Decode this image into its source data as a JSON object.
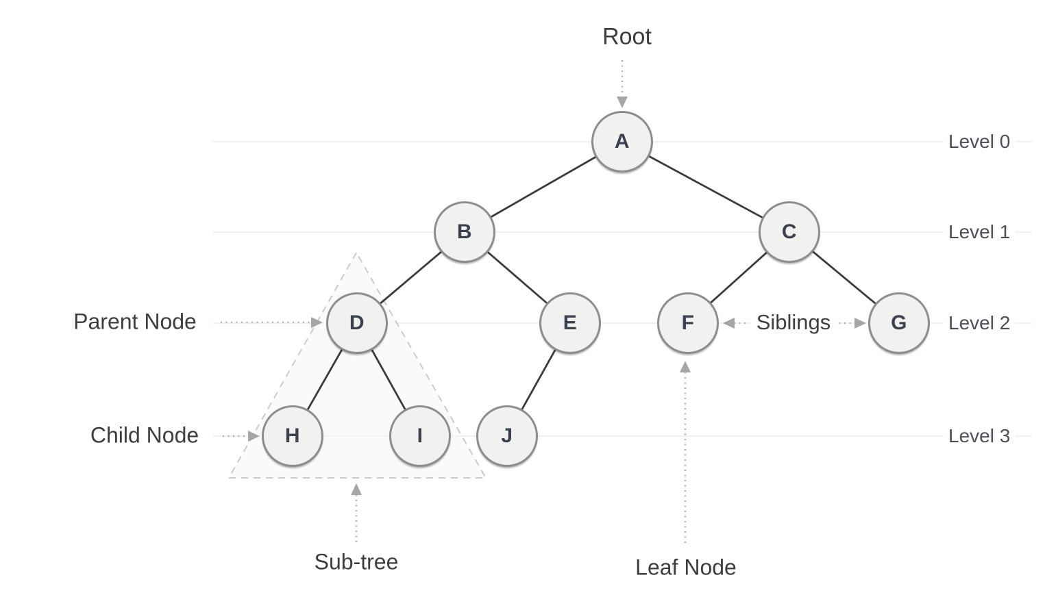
{
  "tree": {
    "nodes": [
      {
        "id": "A",
        "label": "A",
        "level": 0,
        "children": [
          "B",
          "C"
        ]
      },
      {
        "id": "B",
        "label": "B",
        "level": 1,
        "children": [
          "D",
          "E"
        ]
      },
      {
        "id": "C",
        "label": "C",
        "level": 1,
        "children": [
          "F",
          "G"
        ]
      },
      {
        "id": "D",
        "label": "D",
        "level": 2,
        "children": [
          "H",
          "I"
        ]
      },
      {
        "id": "E",
        "label": "E",
        "level": 2,
        "children": [
          "J"
        ]
      },
      {
        "id": "F",
        "label": "F",
        "level": 2,
        "children": []
      },
      {
        "id": "G",
        "label": "G",
        "level": 2,
        "children": []
      },
      {
        "id": "H",
        "label": "H",
        "level": 3,
        "children": []
      },
      {
        "id": "I",
        "label": "I",
        "level": 3,
        "children": []
      },
      {
        "id": "J",
        "label": "J",
        "level": 3,
        "children": []
      }
    ],
    "edges": [
      [
        "A",
        "B"
      ],
      [
        "A",
        "C"
      ],
      [
        "B",
        "D"
      ],
      [
        "B",
        "E"
      ],
      [
        "C",
        "F"
      ],
      [
        "C",
        "G"
      ],
      [
        "D",
        "H"
      ],
      [
        "D",
        "I"
      ],
      [
        "E",
        "J"
      ]
    ],
    "levels": [
      {
        "label": "Level 0"
      },
      {
        "label": "Level 1"
      },
      {
        "label": "Level 2"
      },
      {
        "label": "Level 3"
      }
    ],
    "annotations": {
      "root": "Root",
      "parent_node": "Parent Node",
      "child_node": "Child Node",
      "sub_tree": "Sub-tree",
      "leaf_node": "Leaf Node",
      "siblings": "Siblings"
    },
    "colors": {
      "node_fill": "#f1f1ef",
      "node_border": "#8d8d8d",
      "node_text": "#3a4150",
      "edge": "#3b3b3b",
      "gridline": "#ebebeb",
      "annotation_text": "#3d3d3d",
      "dotted_arrow": "#b2b2b2",
      "arrowhead": "#a6a6a6",
      "subtree_dash": "#cbcbcb",
      "subtree_fill": "#f6f6f4"
    }
  }
}
